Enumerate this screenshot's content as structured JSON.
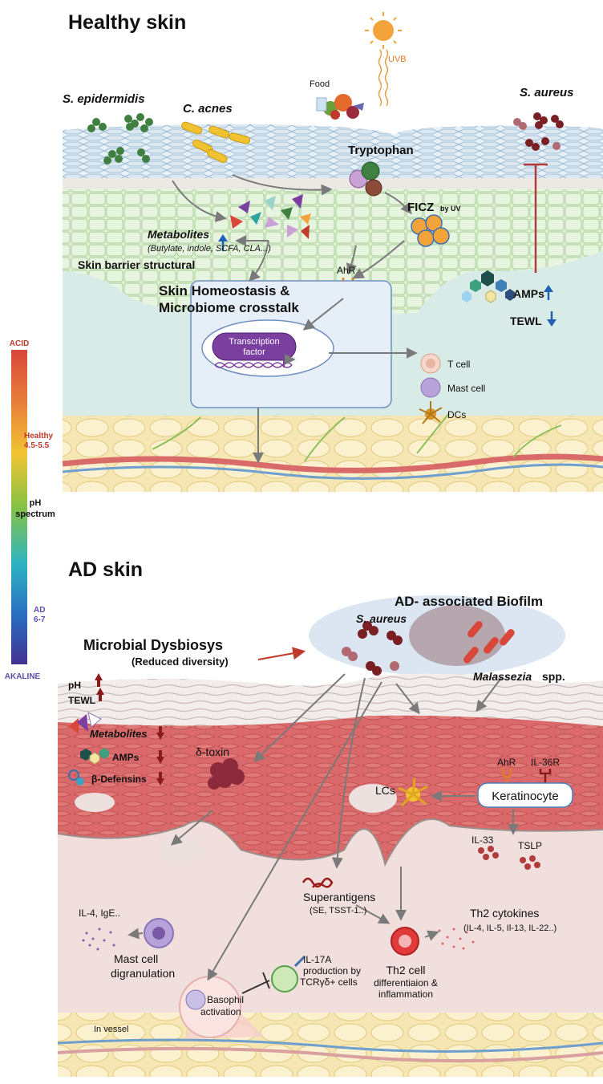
{
  "healthy": {
    "title": "Healthy skin",
    "s_epidermidis": "S. epidermidis",
    "c_acnes": "C. acnes",
    "s_aureus": "S. aureus",
    "uvb": "UVB",
    "food": "Food",
    "tryptophan": "Tryptophan",
    "ficz": "FICZ",
    "by_uv": "by UV",
    "metabolites": "Metabolites",
    "metabolites_list": "(Butylate, indole, SCFA, CLA...)",
    "skin_barrier": "Skin barrier structural",
    "ahr": "AhR",
    "homeostasis_1": "Skin Homeostasis &",
    "homeostasis_2": "Microbiome crosstalk",
    "tf_1": "Transcription",
    "tf_2": "factor",
    "amps": "AMPs",
    "tewl": "TEWL",
    "t_cell": "T cell",
    "mast_cell": "Mast cell",
    "dcs": "DCs"
  },
  "ph": {
    "acid": "ACID",
    "healthy_1": "Healthy",
    "healthy_2": "4.5-5.5",
    "ph_1": "pH",
    "ph_2": "spectrum",
    "ad_1": "AD",
    "ad_2": "6-7",
    "akaline": "AKALINE"
  },
  "ad": {
    "title": "AD skin",
    "biofilm": "AD- associated Biofilm",
    "s_aureus": "S. aureus",
    "dysbiosis": "Microbial Dysbiosys",
    "reduced": "(Reduced diversity)",
    "malassezia": "Malassezia",
    "spp": "spp.",
    "ph": "pH",
    "tewl": "TEWL",
    "metabolites": "Metabolites",
    "amps": "AMPs",
    "defensins": "β-Defensins",
    "delta_toxin": "δ-toxin",
    "ahr": "AhR",
    "il36r": "IL-36R",
    "keratinocyte": "Keratinocyte",
    "lcs": "LCs",
    "il33": "IL-33",
    "tslp": "TSLP",
    "superantigens": "Superantigens",
    "superantigens_sub": "(SE, TSST-1..)",
    "th2_cytokines": "Th2 cytokines",
    "th2_cytokines_sub": "(IL-4, IL-5, Il-13, IL-22..)",
    "il4_ige": "IL-4, IgE..",
    "mast_1": "Mast cell",
    "mast_2": "digranulation",
    "il17_1": "IL-17A",
    "il17_2": "production by",
    "il17_3": "TCRγδ+ cells",
    "th2_cell_1": "Th2 cell",
    "th2_cell_2": "differentiaion &",
    "th2_cell_3": "inflammation",
    "basophil_1": "Basophil",
    "basophil_2": "activation",
    "in_vessel": "In vessel"
  },
  "colors": {
    "arrow_grey": "#7a7a7a",
    "arrow_red": "#c0392b",
    "up_blue": "#1f5fb5",
    "ad_red": "#8b1a1a",
    "tf_purple": "#7b3fa0",
    "ph_acid": "#c0392b",
    "ph_healthy": "#c0392b",
    "ph_ad": "#5b4db0"
  }
}
